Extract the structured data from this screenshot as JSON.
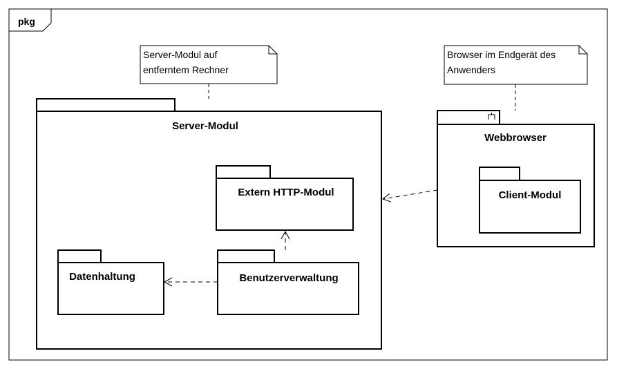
{
  "frame": {
    "label": "pkg"
  },
  "notes": {
    "server": [
      "Server-Modul auf",
      "entferntem Rechner"
    ],
    "browser": [
      "Browser im Endgerät des",
      "Anwenders"
    ]
  },
  "packages": {
    "server_modul": "Server-Modul",
    "extern_http": "Extern HTTP-Modul",
    "datenhaltung": "Datenhaltung",
    "benutzerverwaltung": "Benutzerverwaltung",
    "webbrowser": "Webbrowser",
    "client_modul": "Client-Modul"
  }
}
